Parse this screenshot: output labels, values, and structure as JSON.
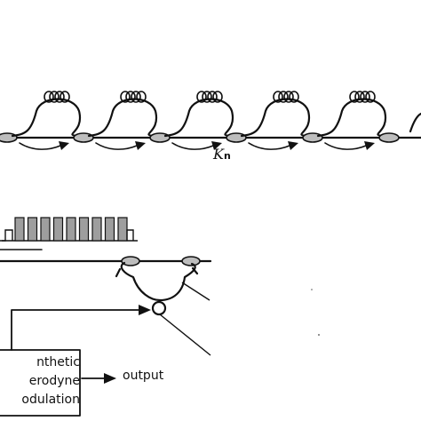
{
  "labels": {
    "coupling_symbol": "K",
    "coupling_subscript": "n",
    "output": "output",
    "box_lines": [
      "nthetic",
      "erodyne",
      "odulation"
    ]
  },
  "colors": {
    "ink": "#111111",
    "coupler_fill": "#bdbdbd",
    "pulse_fill": "#9e9e9e"
  },
  "ring_stages": 6,
  "coil_turns": 4,
  "pulse_train_pulses": 9
}
